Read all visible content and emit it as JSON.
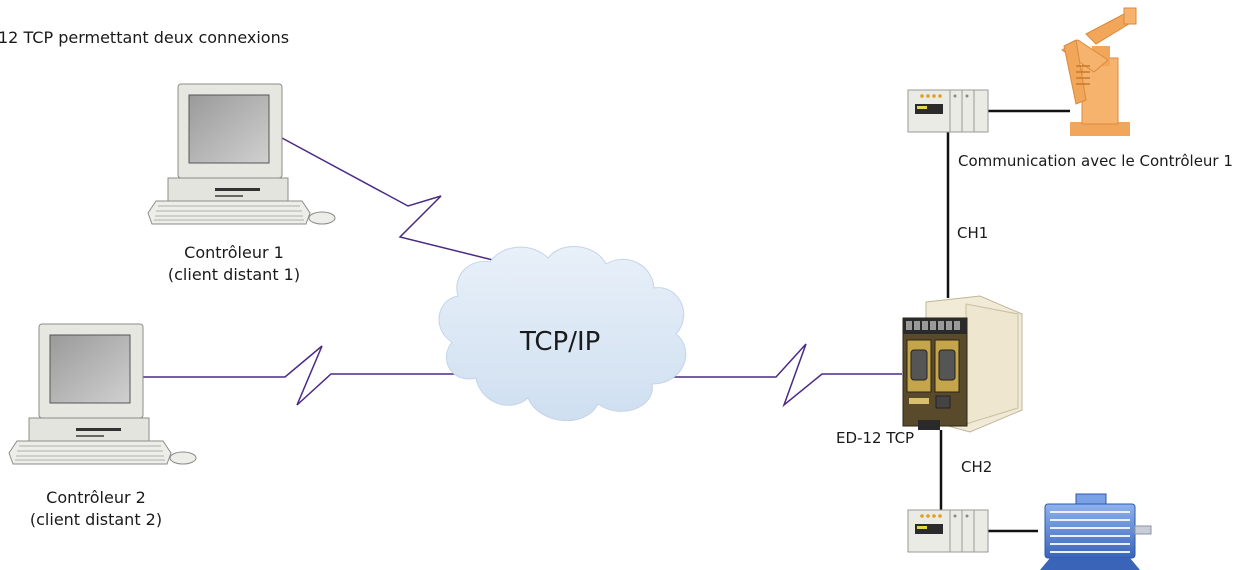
{
  "title": "12 TCP permettant deux connexions",
  "network_label": "TCP/IP",
  "controller1": {
    "name": "Contrôleur 1",
    "role": "(client distant 1)"
  },
  "controller2": {
    "name": "Contrôleur 2",
    "role": "(client distant 2)"
  },
  "device_label": "ED-12 TCP",
  "channel1_label": "CH1",
  "channel2_label": "CH2",
  "comm_label": "Communication avec le Contrôleur 1",
  "colors": {
    "link": "#4b2a86",
    "cloud": "#dfeaf6",
    "robot": "#f2a65a",
    "motor": "#5b86d6",
    "device_face": "#5a4a2c"
  },
  "icons": [
    "computer-icon",
    "cloud-icon",
    "plc-module-icon",
    "robot-arm-icon",
    "motor-icon",
    "device-icon"
  ]
}
